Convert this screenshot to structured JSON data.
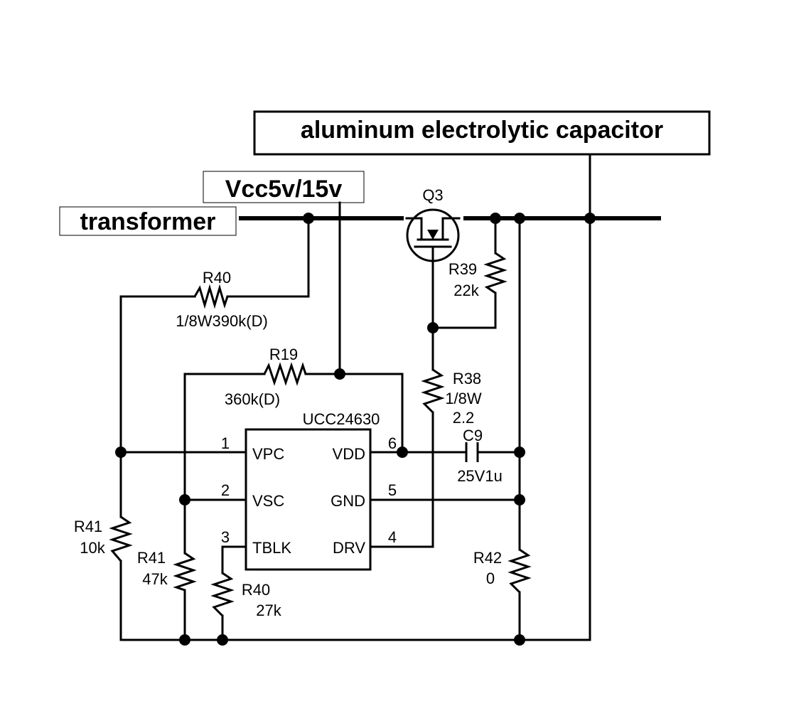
{
  "labels": {
    "aluminum_cap": "aluminum electrolytic capacitor",
    "vcc": "Vcc5v/15v",
    "transformer": "transformer"
  },
  "components": {
    "q3": {
      "ref": "Q3"
    },
    "r40_top": {
      "ref": "R40",
      "value": "1/8W390k(D)"
    },
    "r39": {
      "ref": "R39",
      "value": "22k"
    },
    "r19": {
      "ref": "R19",
      "value": "360k(D)"
    },
    "r38": {
      "ref": "R38",
      "rating": "1/8W",
      "value": "2.2"
    },
    "c9": {
      "ref": "C9",
      "value": "25V1u"
    },
    "r41_left": {
      "ref": "R41",
      "value": "10k"
    },
    "r41_mid": {
      "ref": "R41",
      "value": "47k"
    },
    "r40_bottom": {
      "ref": "R40",
      "value": "27k"
    },
    "r42": {
      "ref": "R42",
      "value": "0"
    }
  },
  "ic": {
    "name": "UCC24630",
    "pins": [
      {
        "num": "1",
        "name": "VPC"
      },
      {
        "num": "2",
        "name": "VSC"
      },
      {
        "num": "3",
        "name": "TBLK"
      },
      {
        "num": "6",
        "name": "VDD"
      },
      {
        "num": "5",
        "name": "GND"
      },
      {
        "num": "4",
        "name": "DRV"
      }
    ]
  }
}
